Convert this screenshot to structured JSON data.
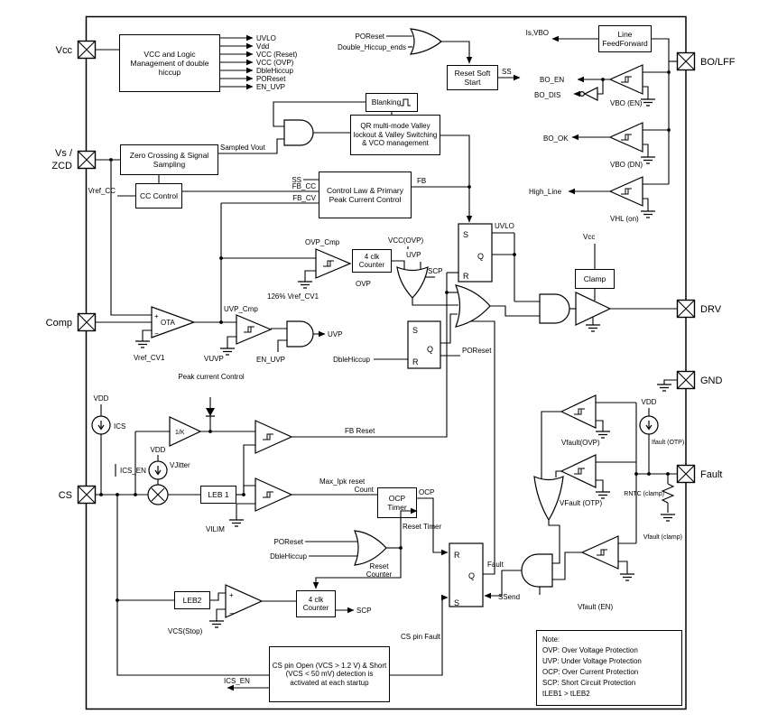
{
  "pins": {
    "vcc": "Vcc",
    "vs1": "Vs /",
    "vs2": "ZCD",
    "comp": "Comp",
    "cs": "CS",
    "bo_lff": "BO/LFF",
    "drv": "DRV",
    "gnd": "GND",
    "fault": "Fault"
  },
  "boxes": {
    "vcc_mgmt": "VCC and Logic Management of double hiccup",
    "reset_soft_start": "Reset Soft Start",
    "blanking": "Blanking",
    "qr": "QR multi-mode Valley lockout & Valley Switching & VCO management",
    "zero_crossing": "Zero Crossing & Signal Sampling",
    "cc_control": "CC Control",
    "control_law": "Control Law & Primary Peak Current Control",
    "counter4_a": "4 clk Counter",
    "clamp": "Clamp",
    "leb1": "LEB 1",
    "ocp_timer": "OCP Timer",
    "leb2": "LEB2",
    "counter4_b": "4 clk Counter",
    "cs_open": "CS pin Open (VCS > 1.2 V) & Short (VCS < 50 mV) detection is activated at each startup",
    "lff": "Line FeedForward"
  },
  "vcc_outputs": [
    "UVLO",
    "Vdd",
    "VCC (Reset)",
    "VCC (OVP)",
    "DbleHiccup",
    "POReset",
    "EN_UVP"
  ],
  "latch": {
    "s": "S",
    "q": "Q",
    "r": "R"
  },
  "signs": {
    "plus": "+",
    "minus": "−"
  },
  "labels": {
    "poreset_top": "POReset",
    "double_hiccup_ends": "Double_Hiccup_ends",
    "ss_out": "SS",
    "sampled_vout": "Sampled Vout",
    "vref_cc": "Vref_CC",
    "ss_in": "SS",
    "fb_cc": "FB_CC",
    "fb_cv": "FB_CV",
    "fb": "FB",
    "uvlo": "UVLO",
    "ovp_cmp": "OVP_Cmp",
    "vcc_ovp": "VCC(OVP)",
    "uvp_top": "UVP",
    "scp_top": "SCP",
    "ovp": "OVP",
    "ref126": "126% Vref_CV1",
    "ota": "OTA",
    "vref_cv1": "Vref_CV1",
    "uvp_cmp": "UVP_Cmp",
    "v_uvp": "VUVP",
    "uvp_out": "UVP",
    "en_uvp": "EN_UVP",
    "dble_hiccup_mid": "DbleHiccup",
    "poreset_mid": "POReset",
    "vcc_clamp": "Vcc",
    "peak_current": "Peak current Control",
    "vdd_left": "VDD",
    "i_cs": "ICS",
    "gain": "1/K",
    "fb_reset": "FB Reset",
    "vdd_mid": "VDD",
    "v_jitter": "VJitter",
    "ics_en_mid": "ICS_EN",
    "max_ipk": "Max_Ipk reset",
    "count": "Count",
    "ocp": "OCP",
    "reset_timer": "Reset Timer",
    "v_ilim": "VILIM",
    "poreset_bot": "POReset",
    "dble_hiccup_bot": "DbleHiccup",
    "reset_counter": "Reset Counter",
    "fault_sig": "Fault",
    "ss_end": "SSend",
    "scp_bot": "SCP",
    "v_cs_stop": "VCS(Stop)",
    "cs_pin_fault": "CS pin Fault",
    "ics_en_bot": "ICS_EN",
    "is_vbo": "Is,VBO",
    "bo_en": "BO_EN",
    "bo_dis": "BO_DIS",
    "v_bo_en": "VBO (EN)",
    "bo_ok": "BO_OK",
    "v_bo_dn": "VBO (DN)",
    "high_line": "High_Line",
    "v_hl_on": "VHL (on)",
    "v_fault_ovp": "Vfault(OVP)",
    "vdd_right": "VDD",
    "i_fault_otp": "Ifault (OTP)",
    "v_fault_otp": "VFault (OTP)",
    "r_ntc": "RNTC (clamp)",
    "v_fault_clamp": "Vfault (clamp)",
    "v_fault_en": "Vfault (EN)"
  },
  "note": {
    "title": "Note:",
    "lines": [
      "OVP: Over Voltage Protection",
      "UVP: Under Voltage Protection",
      "OCP: Over Current Protection",
      "SCP: Short Circuit Protection",
      "tLEB1 > tLEB2"
    ]
  }
}
